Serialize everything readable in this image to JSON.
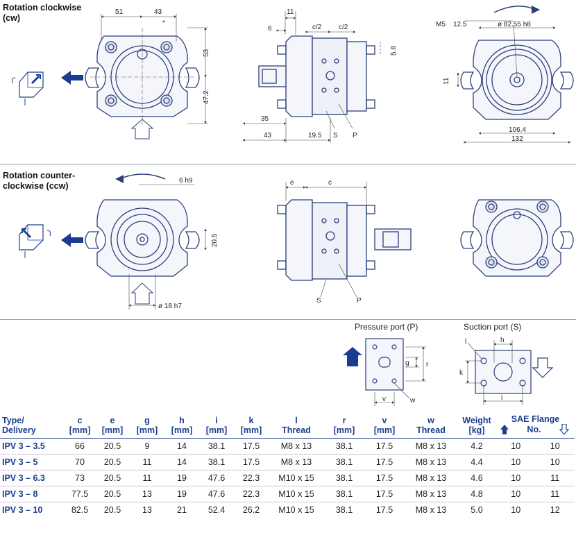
{
  "sections": {
    "cw_title_1": "Rotation clockwise",
    "cw_title_2": "(cw)",
    "ccw_title_1": "Rotation counter-",
    "ccw_title_2": "clockwise (ccw)"
  },
  "dimensions": {
    "d51": "51",
    "d43_top": "43",
    "d53": "53",
    "d47_2": "47.2",
    "d11": "11",
    "d6": "6",
    "c_half_1": "c/2",
    "c_half_2": "c/2",
    "d5_8": "5.8",
    "d35": "35",
    "d43_bottom": "43",
    "d19_5": "19.5",
    "port_s": "S",
    "port_p": "P",
    "m5": "M5",
    "d12_5": "12.5",
    "d82_55": "ø 82.55 h8",
    "d11_side": "11",
    "d106_4": "106.4",
    "d132": "132",
    "d6h9": "6 h9",
    "d20_5": "20.5",
    "d18h7": "ø 18 h7",
    "e": "e",
    "c": "c",
    "port_s2": "S",
    "port_p2": "P",
    "asterisk": "*"
  },
  "ports": {
    "pressure_label": "Pressure port (P)",
    "suction_label": "Suction port (S)",
    "g": "g",
    "r": "r",
    "v": "v",
    "w": "w",
    "h": "h",
    "l": "l",
    "k": "k",
    "i": "i"
  },
  "table": {
    "headers": [
      {
        "l1": "Type/",
        "l2": "Delivery"
      },
      {
        "l1": "c",
        "l2": "[mm]"
      },
      {
        "l1": "e",
        "l2": "[mm]"
      },
      {
        "l1": "g",
        "l2": "[mm]"
      },
      {
        "l1": "h",
        "l2": "[mm]"
      },
      {
        "l1": "i",
        "l2": "[mm]"
      },
      {
        "l1": "k",
        "l2": "[mm]"
      },
      {
        "l1": "l",
        "l2": "Thread"
      },
      {
        "l1": "r",
        "l2": "[mm]"
      },
      {
        "l1": "v",
        "l2": "[mm]"
      },
      {
        "l1": "w",
        "l2": "Thread"
      },
      {
        "l1": "Weight",
        "l2": "[kg]"
      },
      {
        "l1": "SAE Flange",
        "l2": "No."
      }
    ],
    "rows": [
      [
        "IPV 3 – 3.5",
        "66",
        "20.5",
        "9",
        "14",
        "38.1",
        "17.5",
        "M8 x 13",
        "38.1",
        "17.5",
        "M8 x 13",
        "4.2",
        "10",
        "10"
      ],
      [
        "IPV 3 – 5",
        "70",
        "20.5",
        "11",
        "14",
        "38.1",
        "17.5",
        "M8 x 13",
        "38.1",
        "17.5",
        "M8 x 13",
        "4.4",
        "10",
        "10"
      ],
      [
        "IPV 3 – 6.3",
        "73",
        "20.5",
        "11",
        "19",
        "47.6",
        "22.3",
        "M10 x 15",
        "38.1",
        "17.5",
        "M8 x 13",
        "4.6",
        "10",
        "11"
      ],
      [
        "IPV 3 – 8",
        "77.5",
        "20.5",
        "13",
        "19",
        "47.6",
        "22.3",
        "M10 x 15",
        "38.1",
        "17.5",
        "M8 x 13",
        "4.8",
        "10",
        "11"
      ],
      [
        "IPV 3 – 10",
        "82.5",
        "20.5",
        "13",
        "21",
        "52.4",
        "26.2",
        "M10 x 15",
        "38.1",
        "17.5",
        "M8 x 13",
        "5.0",
        "10",
        "12"
      ]
    ]
  },
  "colors": {
    "accent": "#1a3d8f",
    "line": "#2b3f7a",
    "dim": "#444444"
  }
}
